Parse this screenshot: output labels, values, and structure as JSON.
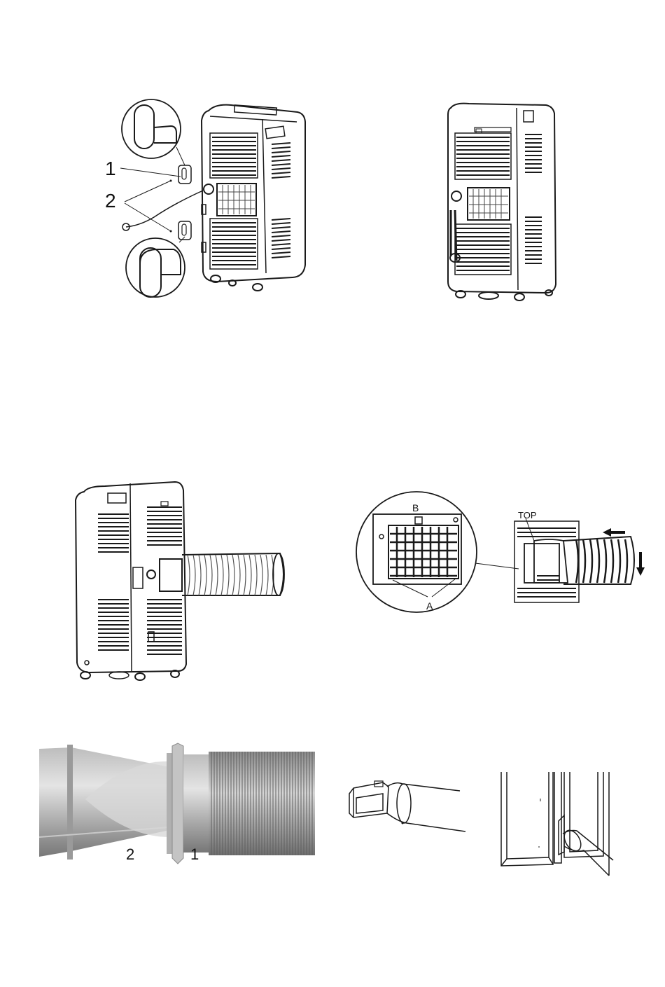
{
  "figure1": {
    "callout_1": "1",
    "callout_2": "2"
  },
  "figure3": {
    "callout_b": "B",
    "callout_a": "A",
    "callout_top": "TOP"
  },
  "figure4": {
    "callout_2": "2",
    "callout_1": "1"
  }
}
